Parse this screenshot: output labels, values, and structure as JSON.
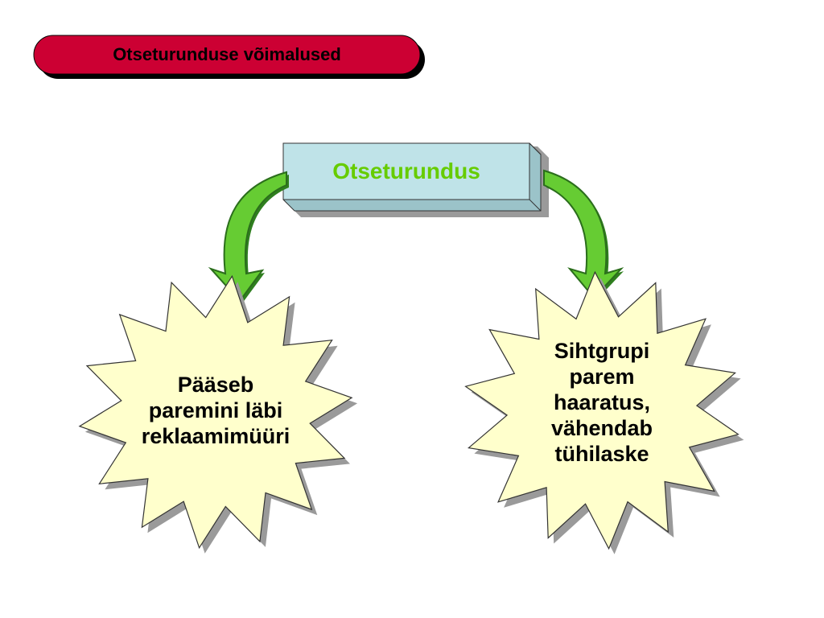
{
  "title": "Otseturunduse võimalused",
  "center_box": "Otseturundus",
  "left_star": [
    "Pääseb",
    "paremini läbi",
    "reklaamimüüri"
  ],
  "right_star": [
    "Sihtgrupi",
    "parem",
    "haaratus,",
    "vähendab",
    "tühilaske"
  ],
  "colors": {
    "title_fill": "#cc0033",
    "box_fill": "#bfe3e8",
    "box_text": "#66cc00",
    "star_fill": "#ffffcc",
    "arrow_fill": "#66cc33",
    "shadow": "#9a9a9a"
  }
}
